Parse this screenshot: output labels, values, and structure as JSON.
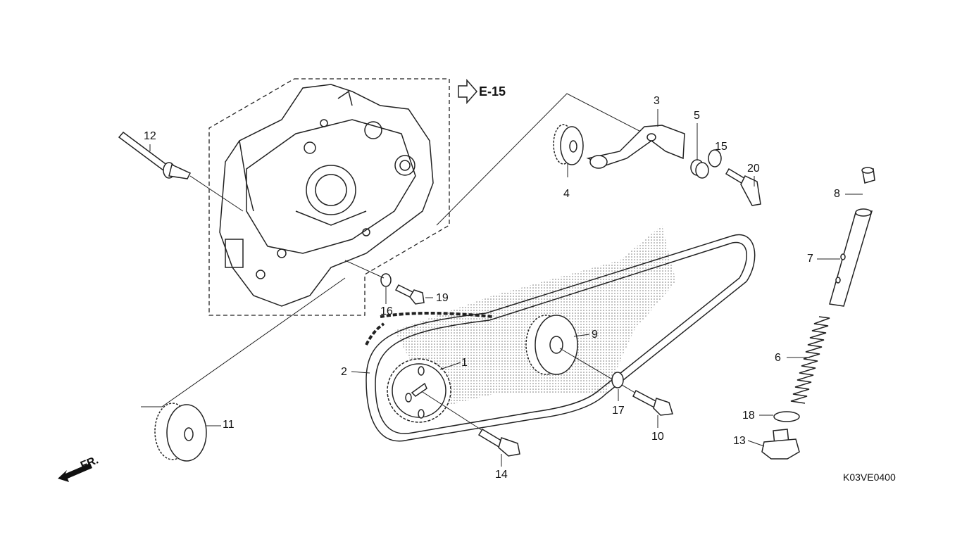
{
  "diagram": {
    "reference": "E-15",
    "code": "K03VE0400",
    "direction": "FR.",
    "callouts": [
      "1",
      "2",
      "3",
      "4",
      "5",
      "6",
      "7",
      "8",
      "9",
      "10",
      "11",
      "12",
      "13",
      "14",
      "15",
      "16",
      "17",
      "18",
      "19",
      "20"
    ]
  }
}
